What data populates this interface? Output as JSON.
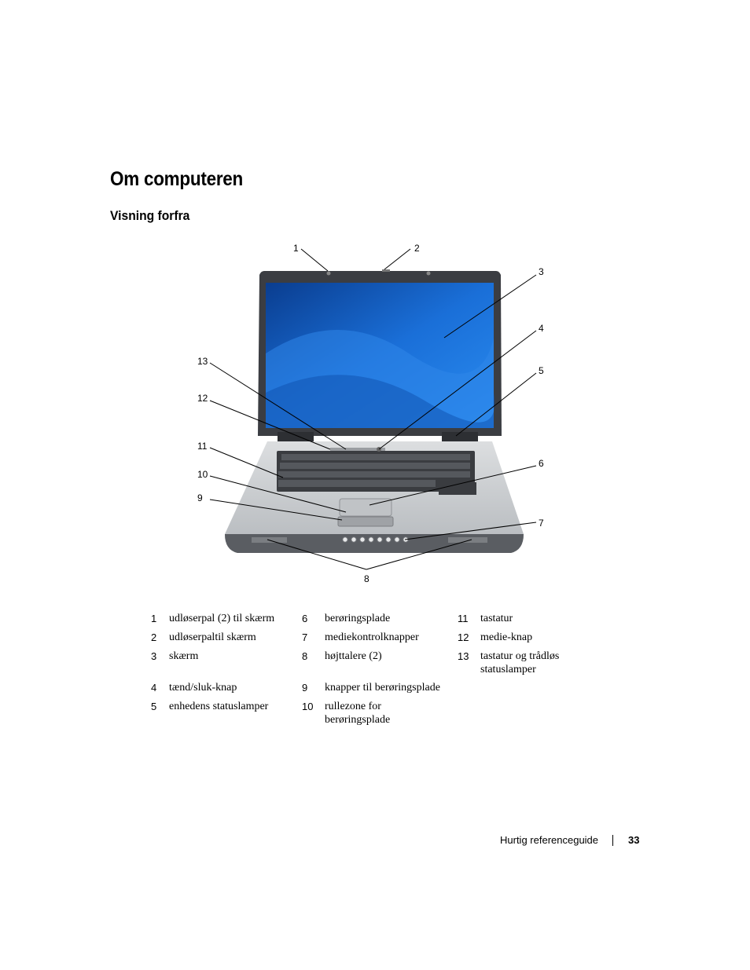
{
  "page": {
    "title": "Om computeren",
    "section": "Visning forfra"
  },
  "figure": {
    "callouts": [
      "1",
      "2",
      "3",
      "4",
      "5",
      "6",
      "7",
      "8",
      "9",
      "10",
      "11",
      "12",
      "13"
    ],
    "colors": {
      "screen_dark": "#0a3d8f",
      "screen_light": "#2a8cf0",
      "bezel": "#3b3d42",
      "base": "#c8cbce"
    }
  },
  "legend": {
    "items": [
      {
        "num": "1",
        "text": "udløserpal (2) til skærm"
      },
      {
        "num": "2",
        "text": "udløserpaltil skærm"
      },
      {
        "num": "3",
        "text": "skærm"
      },
      {
        "num": "4",
        "text": "tænd/sluk-knap"
      },
      {
        "num": "5",
        "text": "enhedens statuslamper"
      },
      {
        "num": "6",
        "text": "berøringsplade"
      },
      {
        "num": "7",
        "text": "mediekontrolknapper"
      },
      {
        "num": "8",
        "text": "højttalere (2)"
      },
      {
        "num": "9",
        "text": "knapper til berøringsplade"
      },
      {
        "num": "10",
        "text": "rullezone for berøringsplade"
      },
      {
        "num": "11",
        "text": "tastatur"
      },
      {
        "num": "12",
        "text": "medie-knap"
      },
      {
        "num": "13",
        "text": "tastatur og trådløs statuslamper"
      }
    ]
  },
  "footer": {
    "label": "Hurtig referenceguide",
    "page_number": "33"
  }
}
